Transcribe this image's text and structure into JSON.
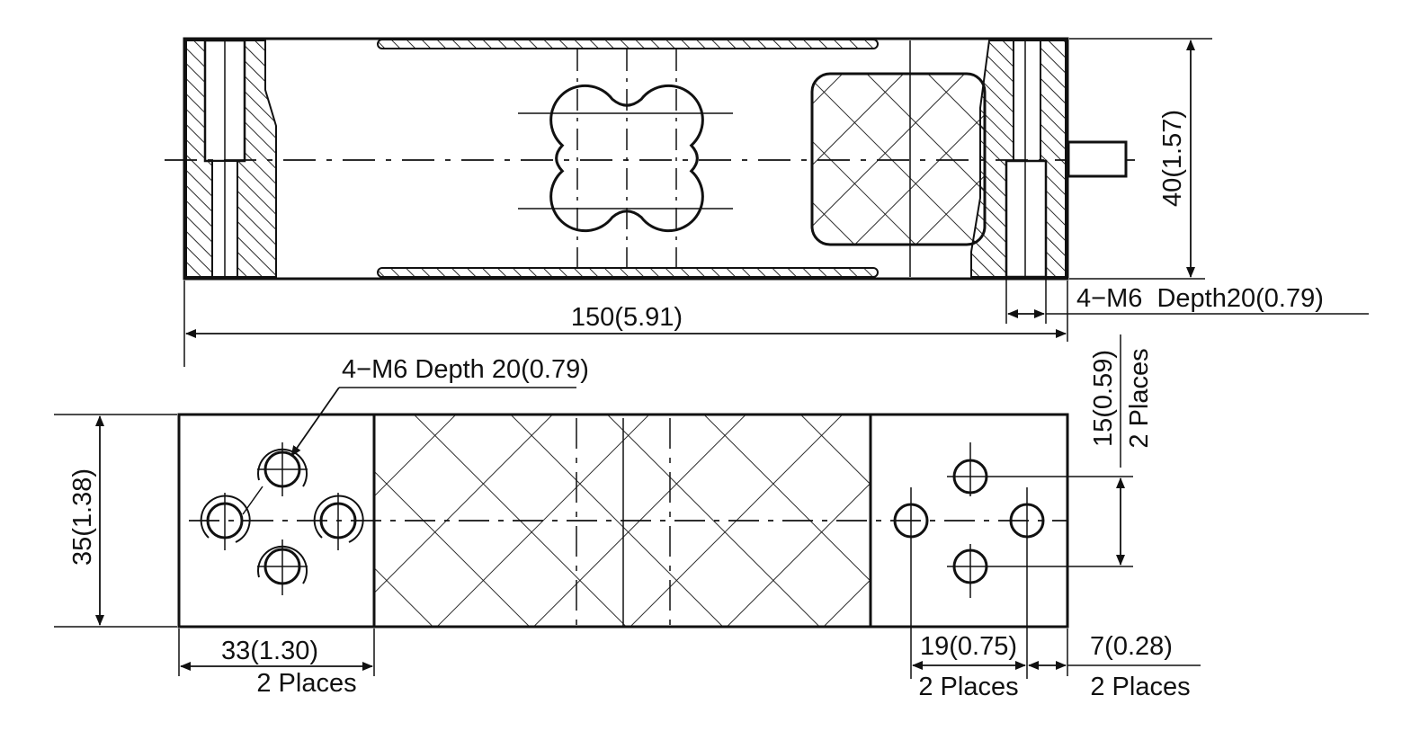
{
  "drawing": {
    "ink_color": "#111111",
    "background_color": "#ffffff",
    "top_view": {
      "length_label": "150(5.91)",
      "height_label": "40(1.57)",
      "thread_label": "4−M6  Depth20(0.79)"
    },
    "bottom_view": {
      "thread_label": "4−M6 Depth 20(0.79)",
      "width_label": "35(1.38)",
      "hole_spacing_label": "15(0.59)",
      "hole_spacing_note": "2 Places",
      "left_pad_label": "33(1.30)",
      "left_pad_note": "2 Places",
      "right_spacing_label": "19(0.75)",
      "right_spacing_note": "2 Places",
      "edge_offset_label": "7(0.28)",
      "edge_offset_note": "2 Places"
    }
  }
}
